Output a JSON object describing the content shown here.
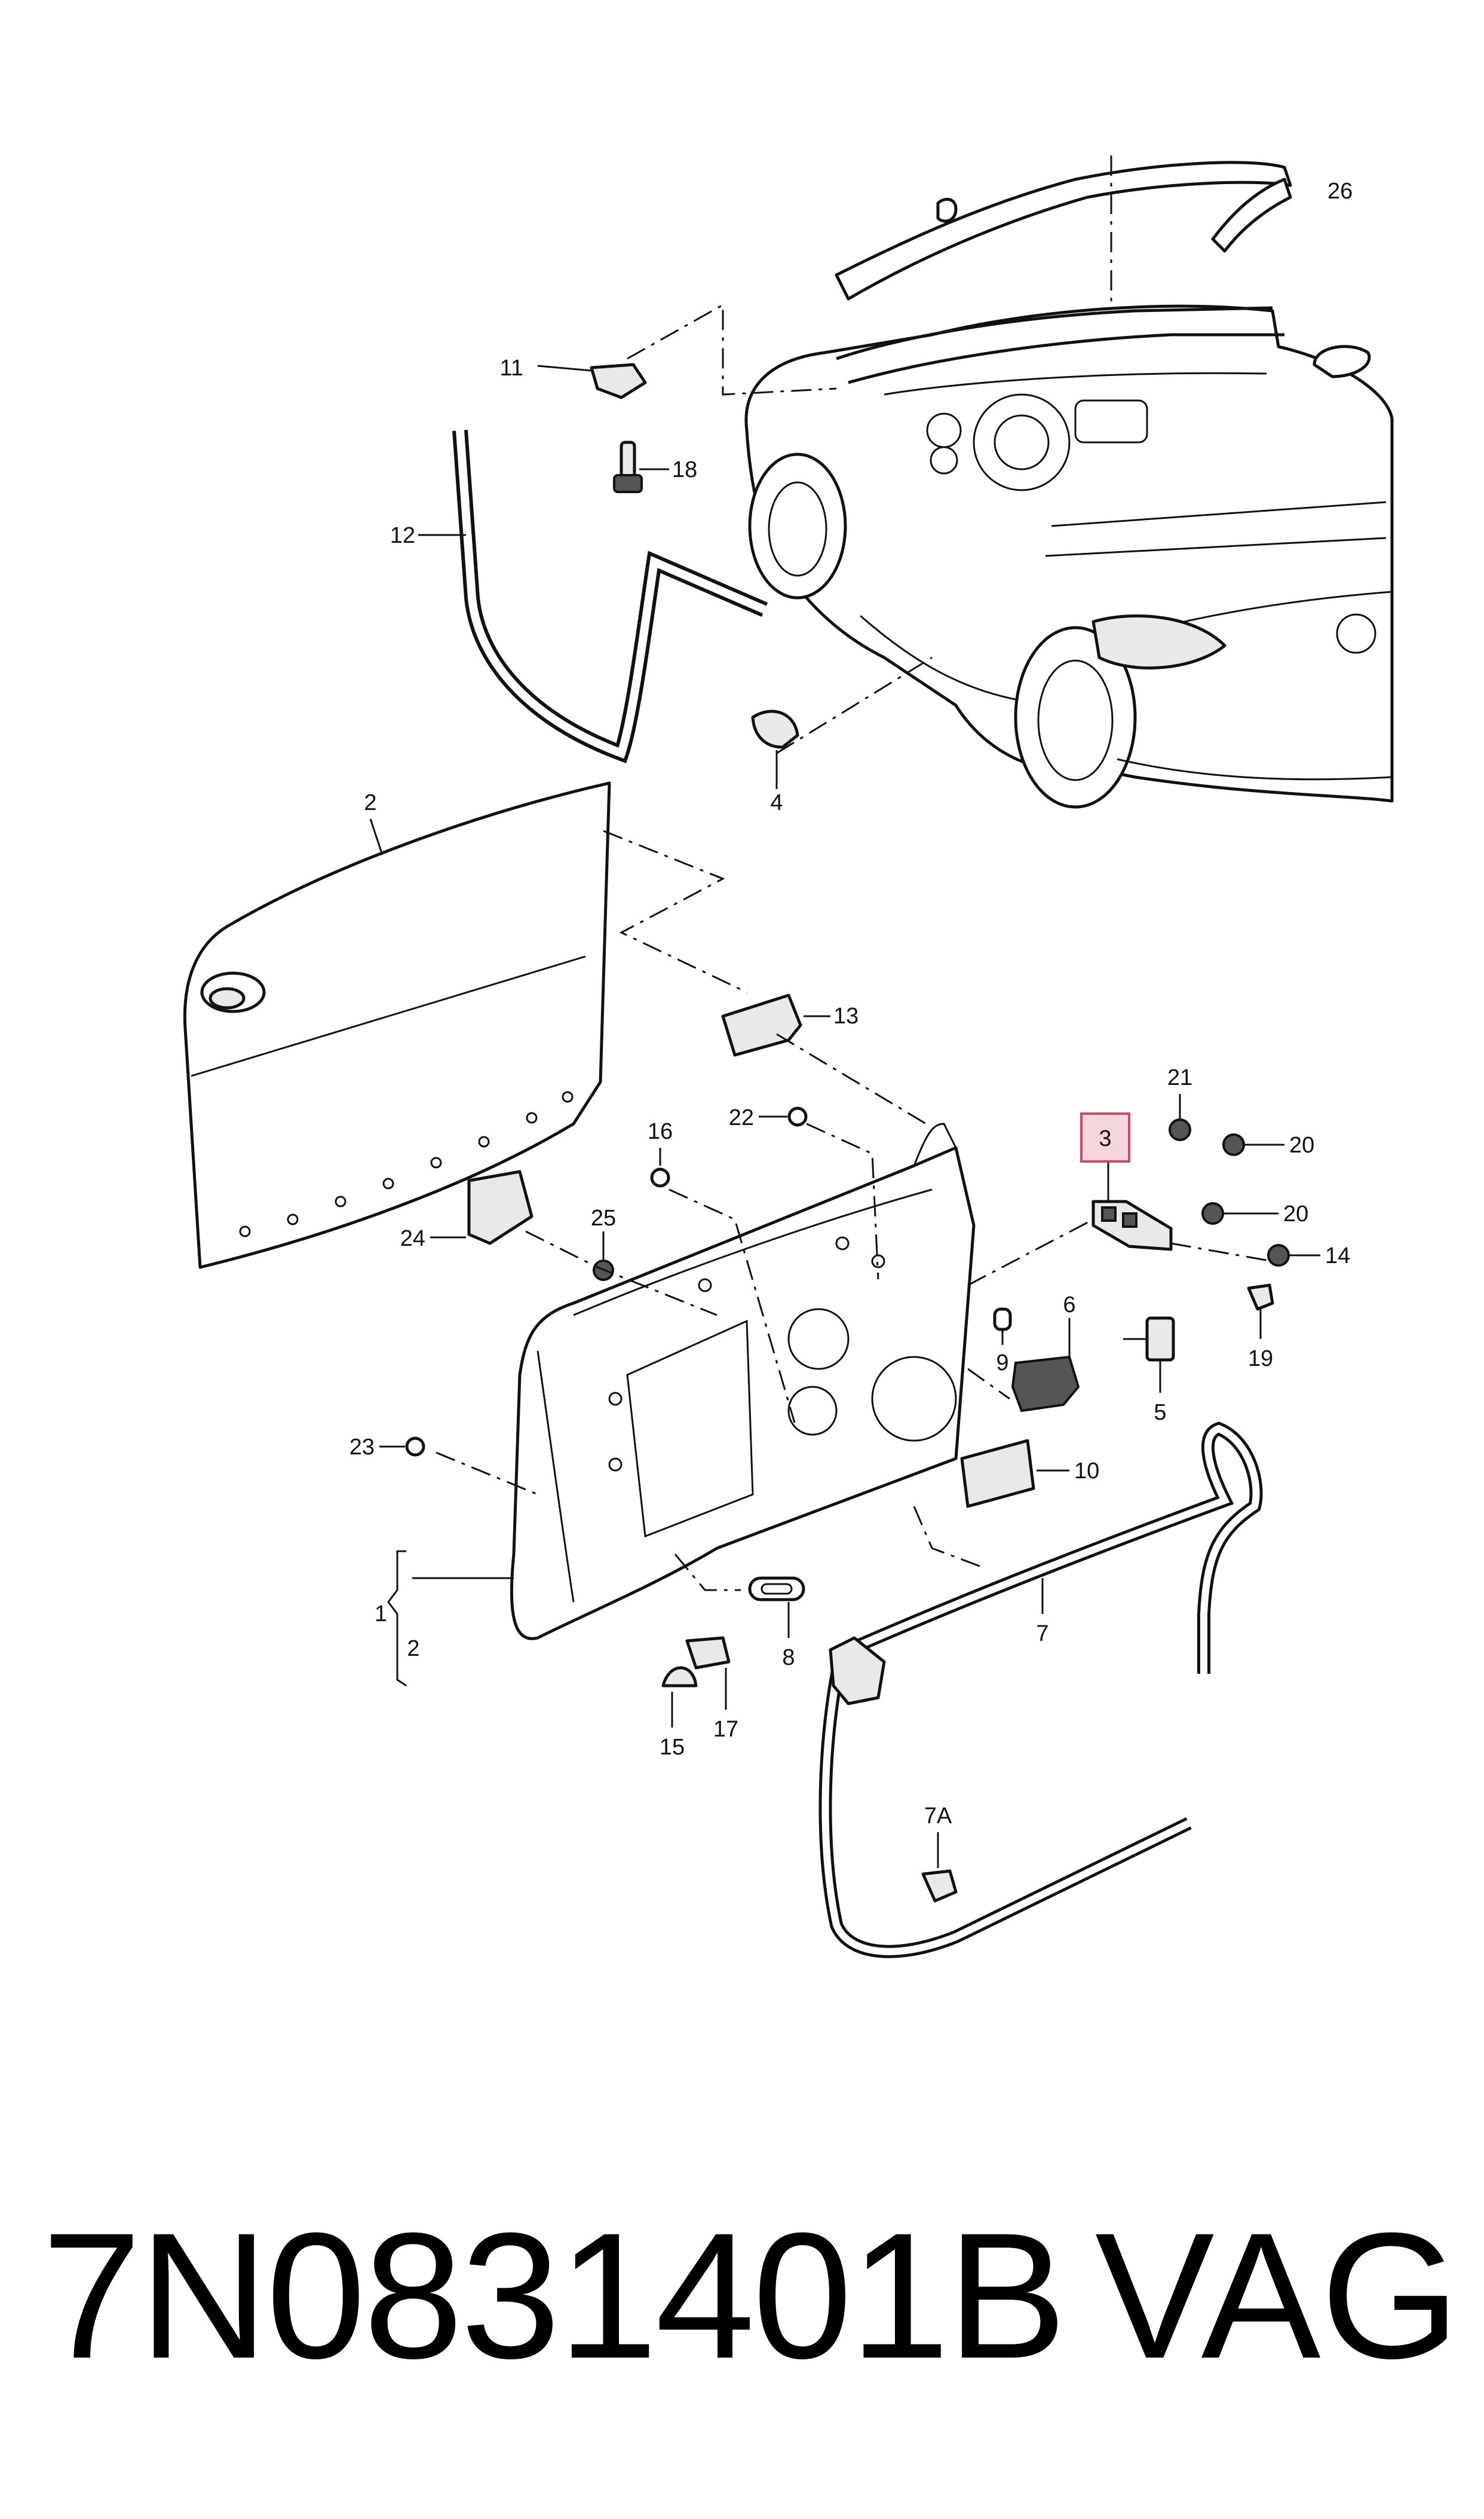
{
  "footer": {
    "part_number": "7N0831401B",
    "brand": "VAG"
  },
  "callouts": [
    {
      "id": "c26",
      "label": "26"
    },
    {
      "id": "c11",
      "label": "11"
    },
    {
      "id": "c18",
      "label": "18"
    },
    {
      "id": "c12",
      "label": "12"
    },
    {
      "id": "c4",
      "label": "4"
    },
    {
      "id": "c2",
      "label": "2"
    },
    {
      "id": "c13",
      "label": "13"
    },
    {
      "id": "c21",
      "label": "21"
    },
    {
      "id": "c16",
      "label": "16"
    },
    {
      "id": "c22",
      "label": "22"
    },
    {
      "id": "c3",
      "label": "3"
    },
    {
      "id": "c20a",
      "label": "20"
    },
    {
      "id": "c20b",
      "label": "20"
    },
    {
      "id": "c25",
      "label": "25"
    },
    {
      "id": "c24",
      "label": "24"
    },
    {
      "id": "c14",
      "label": "14"
    },
    {
      "id": "c6",
      "label": "6"
    },
    {
      "id": "c19",
      "label": "19"
    },
    {
      "id": "c9",
      "label": "9"
    },
    {
      "id": "c5",
      "label": "5"
    },
    {
      "id": "c23",
      "label": "23"
    },
    {
      "id": "c10",
      "label": "10"
    },
    {
      "id": "c1",
      "label": "1"
    },
    {
      "id": "c1b",
      "label": "2"
    },
    {
      "id": "c8",
      "label": "8"
    },
    {
      "id": "c7",
      "label": "7"
    },
    {
      "id": "c15",
      "label": "15"
    },
    {
      "id": "c17",
      "label": "17"
    },
    {
      "id": "c7a",
      "label": "7A"
    }
  ]
}
